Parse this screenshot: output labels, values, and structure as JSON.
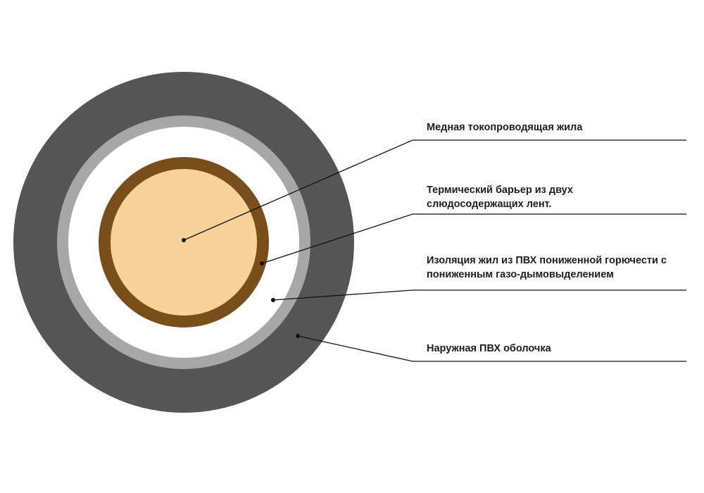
{
  "colors": {
    "outer_sheath": "#555555",
    "gray_ring": "#a7a7a7",
    "insulation": "#ffffff",
    "barrier": "#7a4e1a",
    "core": "#f9d29b",
    "line": "#111111",
    "text": "#1e1e1e"
  },
  "labels": {
    "copper_core": "Медная токопроводящая жила",
    "thermal_barrier_line1": "Термический барьер из двух",
    "thermal_barrier_line2": "слюдосодержащих лент.",
    "insulation_line1": "Изоляция жил из ПВХ пониженной горючести с",
    "insulation_line2": "пониженным газо-дымовыделением",
    "outer_sheath": "Наружная ПВХ оболочка"
  }
}
